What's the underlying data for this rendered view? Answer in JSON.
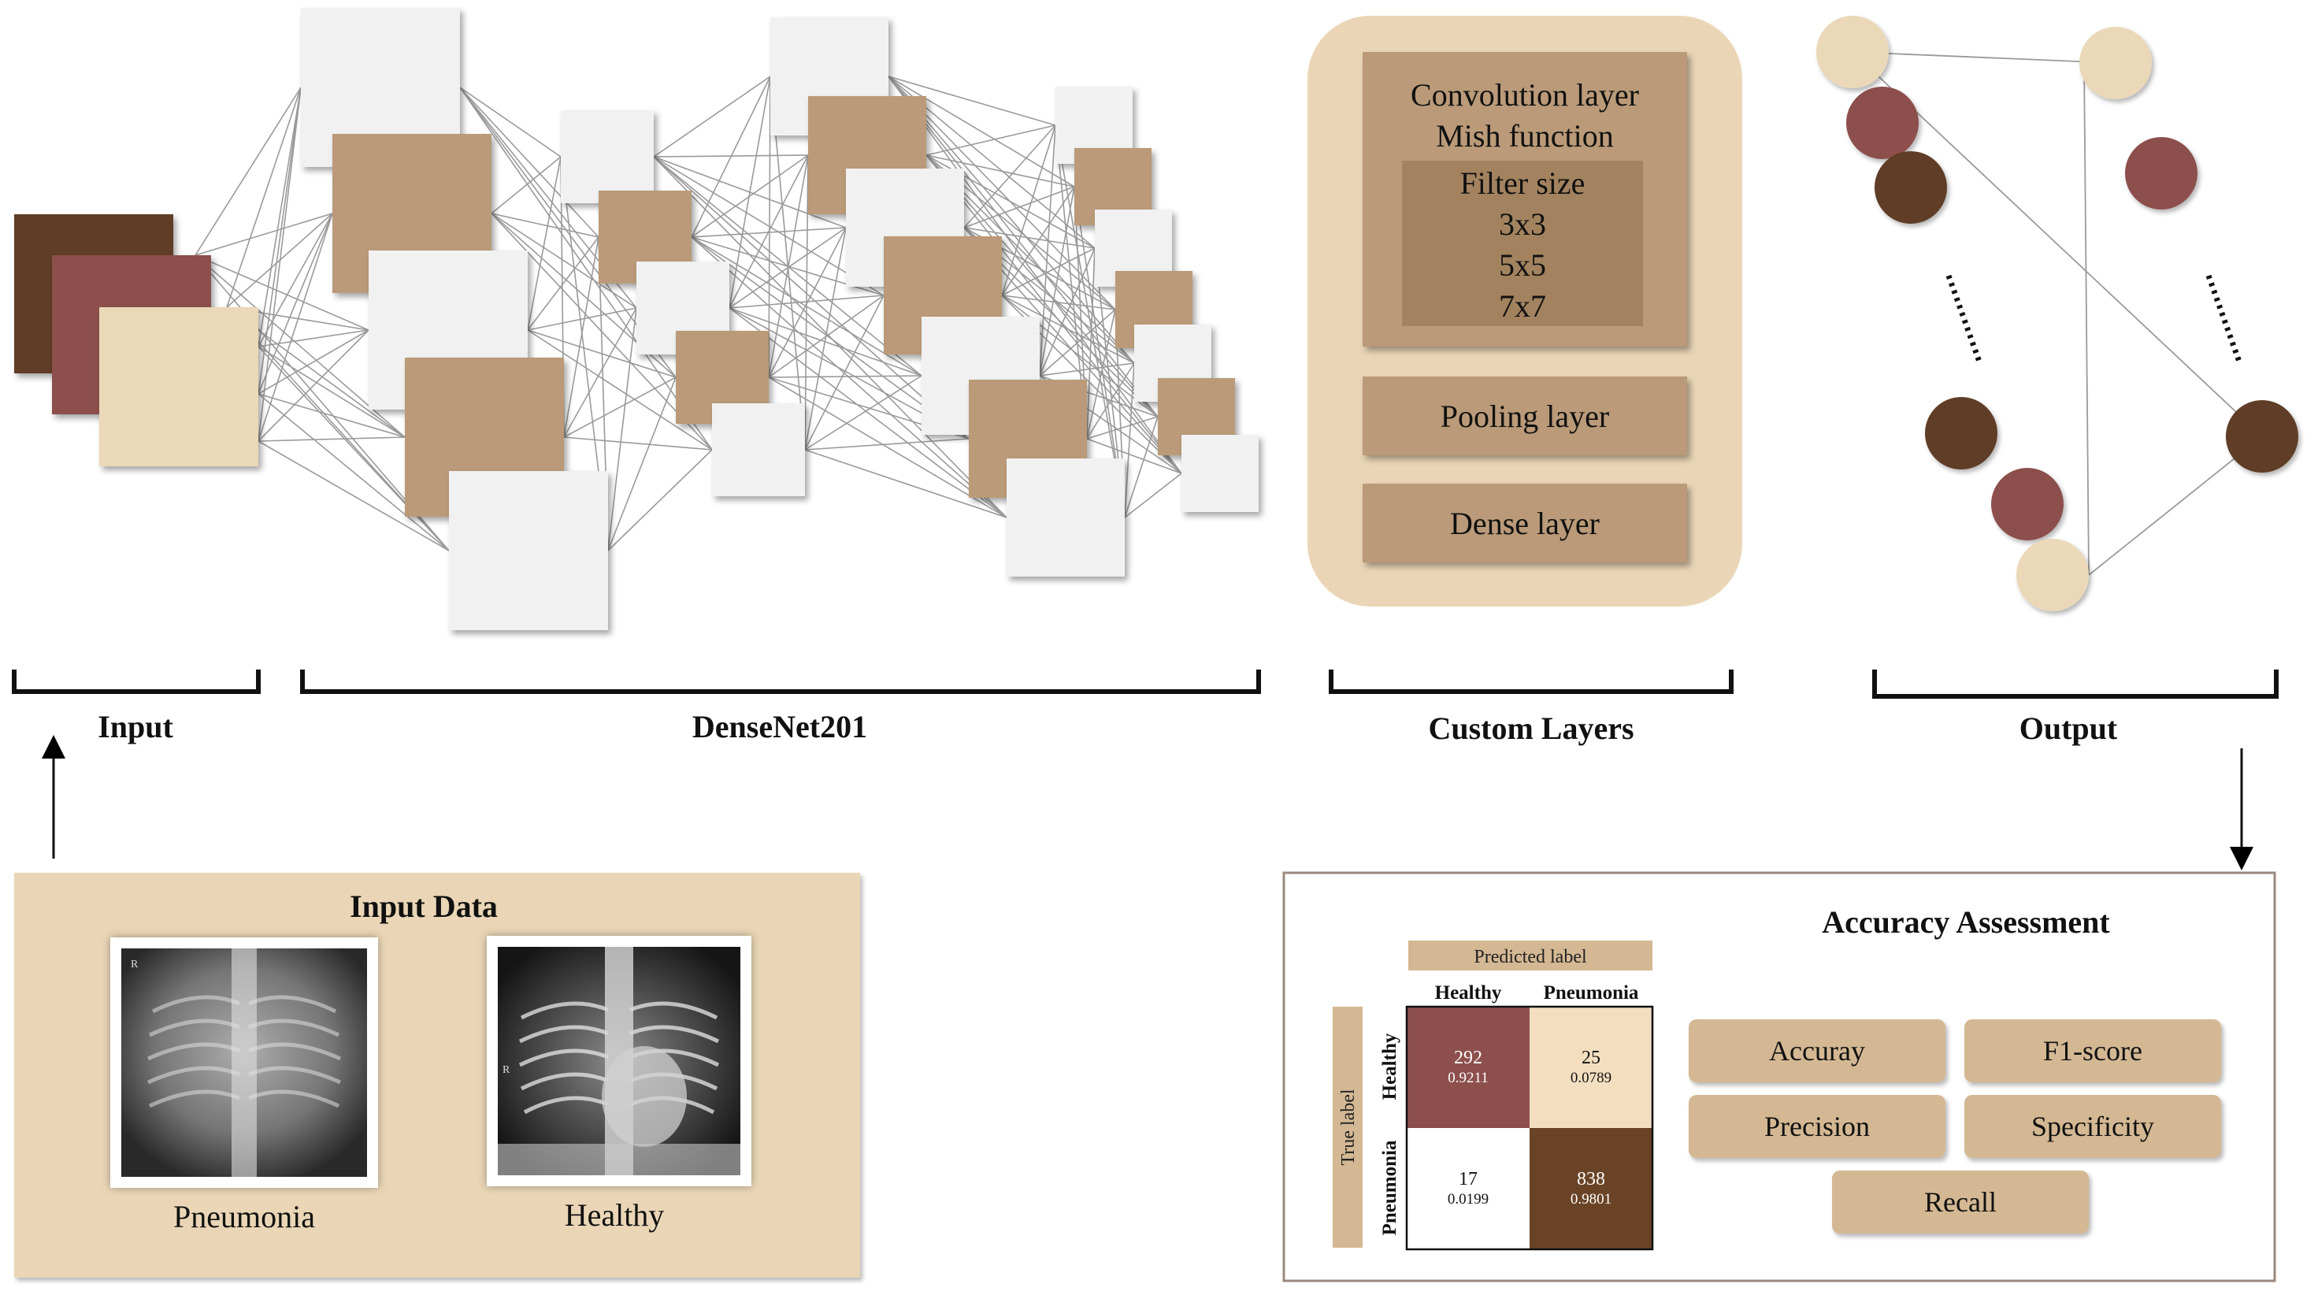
{
  "sections": {
    "input": "Input",
    "densenet": "DenseNet201",
    "custom": "Custom Layers",
    "output": "Output"
  },
  "custom_layers": {
    "conv_line1": "Convolution layer",
    "conv_line2": "Mish function",
    "filter_title": "Filter size",
    "filter_sizes": [
      "3x3",
      "5x5",
      "7x7"
    ],
    "pooling": "Pooling layer",
    "dense": "Dense layer"
  },
  "input_data": {
    "title": "Input Data",
    "images": [
      {
        "caption": "Pneumonia"
      },
      {
        "caption": "Healthy"
      }
    ],
    "xray_corner_mark": "R"
  },
  "assessment": {
    "title": "Accuracy Assessment",
    "metrics": [
      "Accuray",
      "F1-score",
      "Precision",
      "Specificity",
      "Recall"
    ]
  },
  "confusion_matrix": {
    "predicted_label": "Predicted label",
    "true_label": "True label",
    "col_labels": [
      "Healthy",
      "Pneumonia"
    ],
    "row_labels": [
      "Healthy",
      "Pneumonia"
    ],
    "cells": [
      [
        {
          "count": "292",
          "ratio": "0.9211"
        },
        {
          "count": "25",
          "ratio": "0.0789"
        }
      ],
      [
        {
          "count": "17",
          "ratio": "0.0199"
        },
        {
          "count": "838",
          "ratio": "0.9801"
        }
      ]
    ]
  },
  "colors": {
    "dark_brown": "#5e3d25",
    "maroon": "#8c4f4c",
    "beige": "#ead8b8",
    "tan": "#ba9a78",
    "light_square": "#f1f1f1",
    "panel_bg": "#ead6b6",
    "button": "#d4b893"
  }
}
